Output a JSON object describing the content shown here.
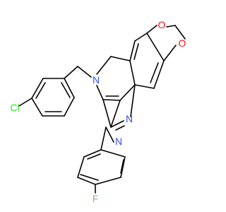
{
  "molecule": {
    "atom_labels": {
      "O_top": "O",
      "O_right": "O",
      "N_quinoline": "N",
      "Cl": "Cl",
      "N_upper": "N",
      "N_lower": "N",
      "F": "F"
    },
    "colors": {
      "bond": "#000000",
      "oxygen": "#FF0D0D",
      "nitrogen": "#3050F8",
      "chlorine": "#1FF01F",
      "fluorine": "#80C080"
    }
  }
}
